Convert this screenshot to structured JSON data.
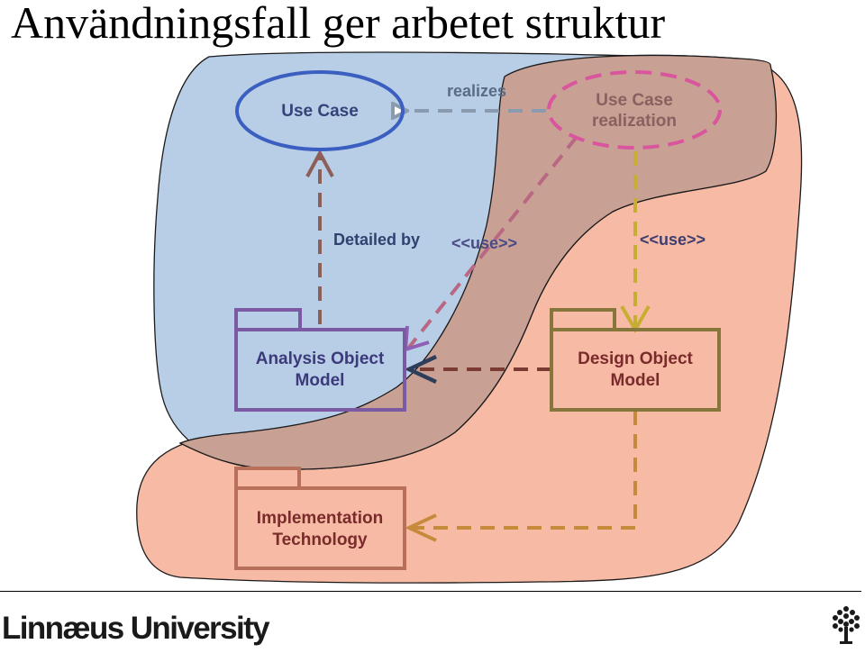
{
  "slide": {
    "title": "Användningsfall ger arbetet struktur"
  },
  "diagram": {
    "nodes": {
      "use_case": {
        "label": "Use Case"
      },
      "use_case_realization": {
        "line1": "Use Case",
        "line2": "realization"
      },
      "analysis_model": {
        "line1": "Analysis Object",
        "line2": "Model"
      },
      "design_model": {
        "line1": "Design Object",
        "line2": "Model"
      },
      "implementation": {
        "line1": "Implementation",
        "line2": "Technology"
      }
    },
    "labels": {
      "realizes": "realizes",
      "detailed_by": "Detailed by",
      "use_left": "<<use>>",
      "use_right": "<<use>>"
    },
    "colors": {
      "blue_region": "#b8cee6",
      "salmon_region": "#f7baa4",
      "overlap_region": "#c9a094",
      "use_case_stroke": "#3b5fc0",
      "realization_stroke": "#d9559e",
      "analysis_stroke": "#7b5aa4",
      "design_stroke": "#86763b",
      "implementation_stroke": "#b8705a"
    }
  },
  "footer": {
    "brand": "Linnæus University",
    "logo_icon": "tree-icon"
  }
}
